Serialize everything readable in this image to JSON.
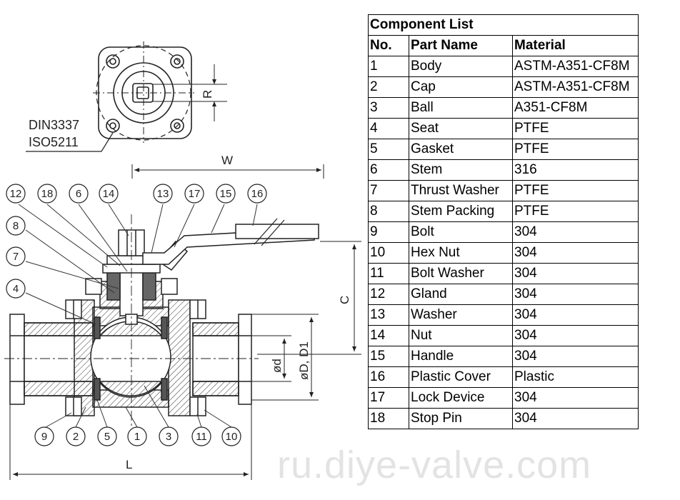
{
  "table": {
    "title": "Component List",
    "headers": [
      "No.",
      "Part Name",
      "Material"
    ],
    "rows": [
      [
        "1",
        "Body",
        "ASTM-A351-CF8M"
      ],
      [
        "2",
        "Cap",
        "ASTM-A351-CF8M"
      ],
      [
        "3",
        "Ball",
        "A351-CF8M"
      ],
      [
        "4",
        "Seat",
        "PTFE"
      ],
      [
        "5",
        "Gasket",
        "PTFE"
      ],
      [
        "6",
        "Stem",
        "316"
      ],
      [
        "7",
        "Thrust Washer",
        "PTFE"
      ],
      [
        "8",
        "Stem Packing",
        "PTFE"
      ],
      [
        "9",
        "Bolt",
        "304"
      ],
      [
        "10",
        "Hex Nut",
        "304"
      ],
      [
        "11",
        "Bolt Washer",
        "304"
      ],
      [
        "12",
        "Gland",
        "304"
      ],
      [
        "13",
        "Washer",
        "304"
      ],
      [
        "14",
        "Nut",
        "304"
      ],
      [
        "15",
        "Handle",
        "304"
      ],
      [
        "16",
        "Plastic Cover",
        "Plastic"
      ],
      [
        "17",
        "Lock Device",
        "304"
      ],
      [
        "18",
        "Stop Pin",
        "304"
      ]
    ]
  },
  "drawing": {
    "standard_line1": "DIN3337",
    "standard_line2": "ISO5211",
    "dim_R": "R",
    "dim_W": "W",
    "dim_C": "C",
    "dim_d": "ød",
    "dim_D": "øD, D1",
    "dim_L": "L",
    "callouts_top": [
      "12",
      "18",
      "6",
      "14",
      "13",
      "17",
      "15",
      "16"
    ],
    "callouts_left": [
      "8",
      "7",
      "4"
    ],
    "callouts_bottom": [
      "9",
      "2",
      "5",
      "1",
      "3",
      "11",
      "10"
    ]
  },
  "watermark": "ru.diye-valve.com"
}
